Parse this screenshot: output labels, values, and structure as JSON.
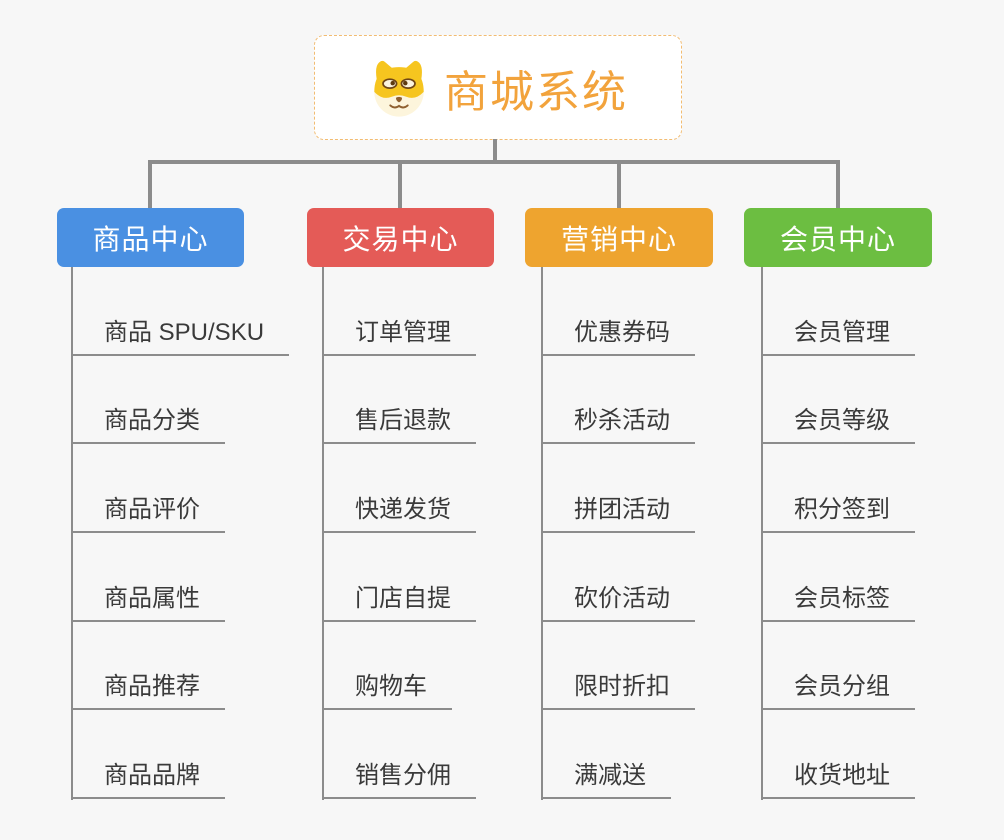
{
  "root": {
    "label": "商城系统",
    "icon": "dog-face-icon",
    "accent_color": "#f2a33c",
    "border_color": "#f2bc72"
  },
  "branches": [
    {
      "label": "商品中心",
      "color": "#4a90e2",
      "children": [
        "商品 SPU/SKU",
        "商品分类",
        "商品评价",
        "商品属性",
        "商品推荐",
        "商品品牌"
      ]
    },
    {
      "label": "交易中心",
      "color": "#e45b57",
      "children": [
        "订单管理",
        "售后退款",
        "快递发货",
        "门店自提",
        "购物车",
        "销售分佣"
      ]
    },
    {
      "label": "营销中心",
      "color": "#eea42f",
      "children": [
        "优惠券码",
        "秒杀活动",
        "拼团活动",
        "砍价活动",
        "限时折扣",
        "满减送"
      ]
    },
    {
      "label": "会员中心",
      "color": "#6cbe41",
      "children": [
        "会员管理",
        "会员等级",
        "积分签到",
        "会员标签",
        "会员分组",
        "收货地址"
      ]
    }
  ],
  "palette": {
    "background": "#f7f7f7",
    "connector_line": "#8c8c8c",
    "leaf_text": "#3a3a3a",
    "node_text": "#ffffff"
  }
}
